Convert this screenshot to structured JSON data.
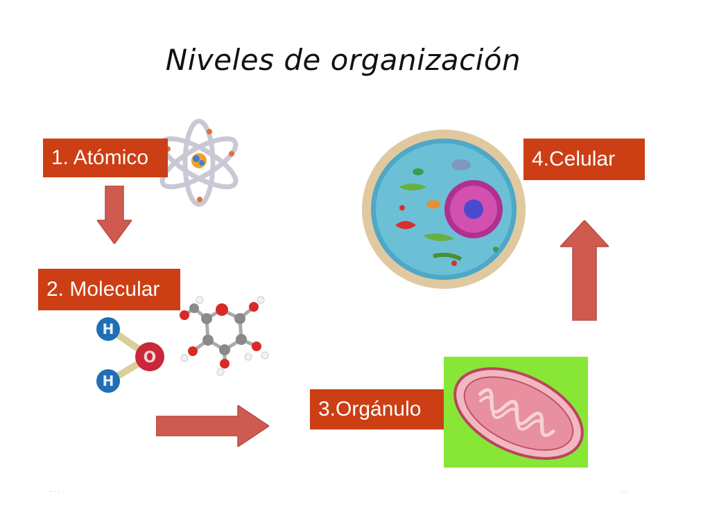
{
  "slide": {
    "title": "Niveles de organización",
    "levels": [
      {
        "label": "1. Atómico"
      },
      {
        "label": "2. Molecular"
      },
      {
        "label": "3.Orgánulo"
      },
      {
        "label": "4.Celular"
      }
    ],
    "images": {
      "atomic": "atom-icon",
      "molecular": [
        "water-molecule-icon",
        "glucose-molecule-icon"
      ],
      "organelle": "mitochondrion-icon",
      "cellular": "animal-cell-icon"
    },
    "footer_left": "· · ·",
    "footer_right": "· ·"
  },
  "colors": {
    "label_bg": "#cc3e14",
    "arrow_fill": "#cf5a50",
    "arrow_stroke": "#b94a40",
    "mito_bg": "#88e637"
  }
}
